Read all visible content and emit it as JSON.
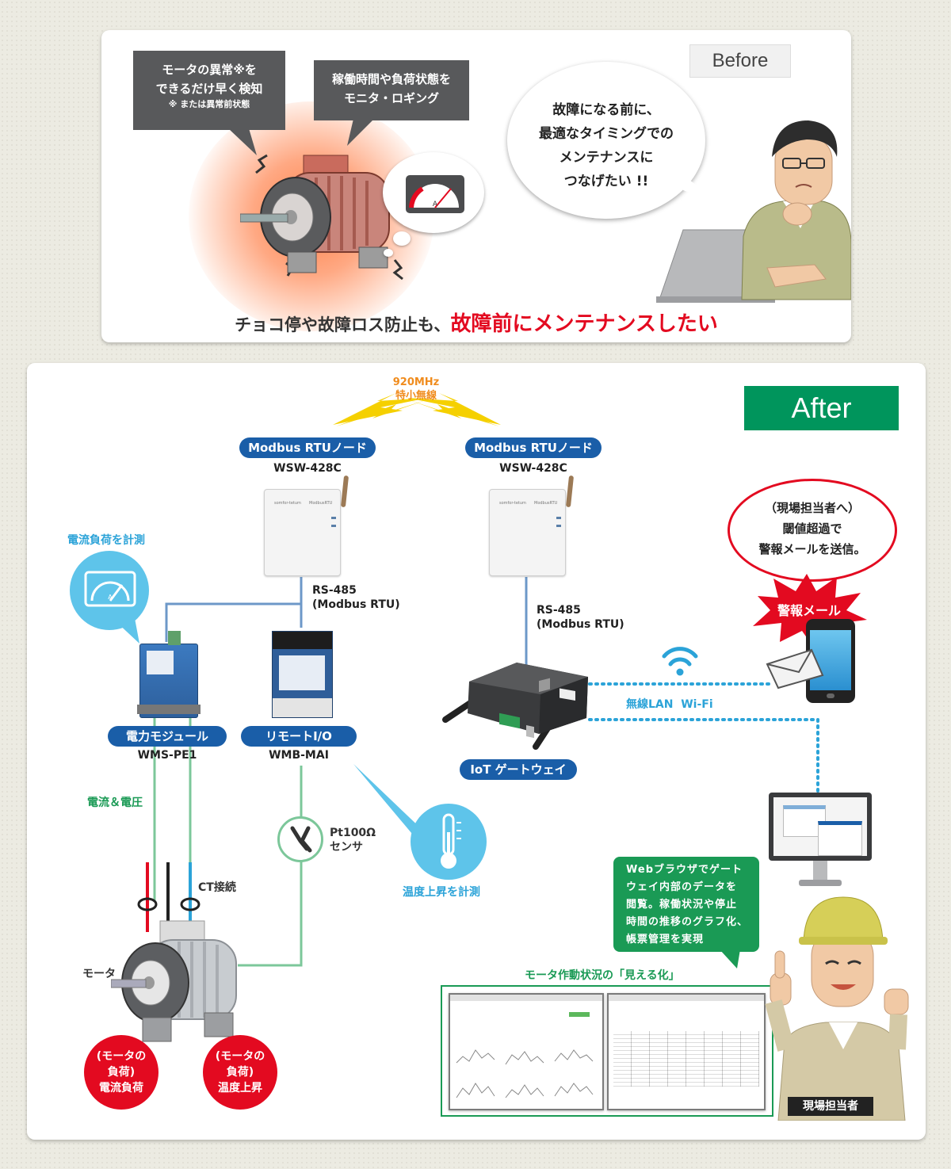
{
  "before": {
    "badge": "Before",
    "callout_left_l1": "モータの異常※を",
    "callout_left_l2": "できるだけ早く検知",
    "callout_left_note": "※ または異常前状態",
    "callout_mid_l1": "稼働時間や負荷状態を",
    "callout_mid_l2": "モニタ・ロギング",
    "speech_l1": "故障になる前に、",
    "speech_l2": "最適なタイミングでの",
    "speech_l3": "メンテナンスに",
    "speech_l4": "つなげたい !!",
    "bottom_plain": "チョコ停や故障ロス防止も、",
    "bottom_red": "故障前にメンテナンスしたい"
  },
  "after": {
    "badge": "After",
    "wireless_l1": "920MHz",
    "wireless_l2": "特小無線",
    "node_left_tag": "Modbus RTUノード",
    "node_left_model": "WSW-428C",
    "node_right_tag": "Modbus RTUノード",
    "node_right_model": "WSW-428C",
    "rs485_left_l1": "RS-485",
    "rs485_left_l2": "(Modbus RTU)",
    "rs485_right_l1": "RS-485",
    "rs485_right_l2": "(Modbus RTU)",
    "current_load_label": "電流負荷を計測",
    "power_module_tag": "電力モジュール",
    "power_module_model": "WMS-PE1",
    "remote_io_tag": "リモートI/O",
    "remote_io_model": "WMB-MAI",
    "gateway_tag": "IoT ゲートウェイ",
    "wifi_label": "無線LAN  Wi-Fi",
    "alert_l1": "（現場担当者へ）",
    "alert_l2": "閾値超過で",
    "alert_l3": "警報メールを送信。",
    "alert_burst": "警報メール",
    "current_voltage": "電流＆電圧",
    "ct_label": "CT接続",
    "sensor_l1": "Pt100Ω",
    "sensor_l2": "センサ",
    "temp_label": "温度上昇を計測",
    "motor_label": "モータ",
    "red_left_l1": "(モータの",
    "red_left_l2": "負荷)",
    "red_left_l3": "電流負荷",
    "red_right_l1": "(モータの",
    "red_right_l2": "負荷)",
    "red_right_l3": "温度上昇",
    "web_l1": "Webブラウザでゲート",
    "web_l2": "ウェイ内部のデータを",
    "web_l3": "閲覧。稼働状況や停止",
    "web_l4": "時間の推移のグラフ化、",
    "web_l5": "帳票管理を実現",
    "visualize_title": "モータ作動状況の「見える化」",
    "worker_label": "現場担当者",
    "device_text_top": "somfor-tetum",
    "device_text_model": "ModbusRTU"
  },
  "colors": {
    "red": "#e30a20",
    "blue_tag": "#1a5ea8",
    "green_badge": "#00955c",
    "green_text": "#1a9a55",
    "light_blue": "#2ba3d8",
    "wire_green": "#7cc79a",
    "wire_blue": "#6d98c8",
    "dark_gray": "#58595b",
    "orange": "#f08c1e"
  }
}
